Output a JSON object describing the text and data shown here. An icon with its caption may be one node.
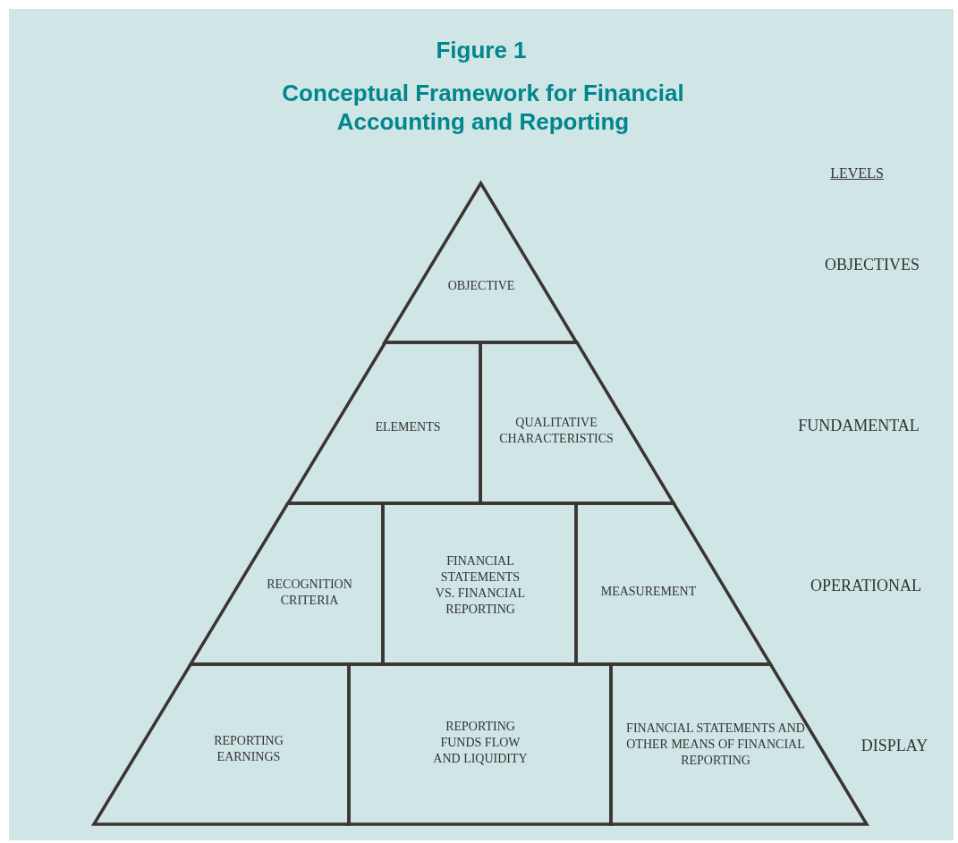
{
  "diagram": {
    "title": "Conceptual Framework for Financial Accounting and Reporting",
    "nodes": [
      {
        "text": [
          "OBJECTIVE"
        ]
      },
      {
        "text": [
          "ELEMENTS"
        ]
      },
      {
        "text": [
          "QUALITATIVE CHARACTERISTICS"
        ]
      },
      {
        "text": [
          "RECOGNITION CRITERIA"
        ]
      },
      {
        "text": [
          "FINANCIAL STATEMENTS VS. FINANCIAL REPORTING"
        ]
      },
      {
        "text": [
          "MEASUREMENT"
        ]
      },
      {
        "text": [
          "REPORTING EARNINGS"
        ]
      },
      {
        "text": [
          "REPORTING FUNDS FLOW AND LIQUIDITY"
        ]
      },
      {
        "text": [
          "FINANCIAL STATEMENTS AND OTHER MEANS OF FINANCIAL REPORTING"
        ]
      }
    ],
    "labels": [
      "Figure 1",
      "LEVELS",
      "OBJECTIVES",
      "FUNDAMENTAL",
      "OPERATIONAL",
      "DISPLAY"
    ]
  }
}
